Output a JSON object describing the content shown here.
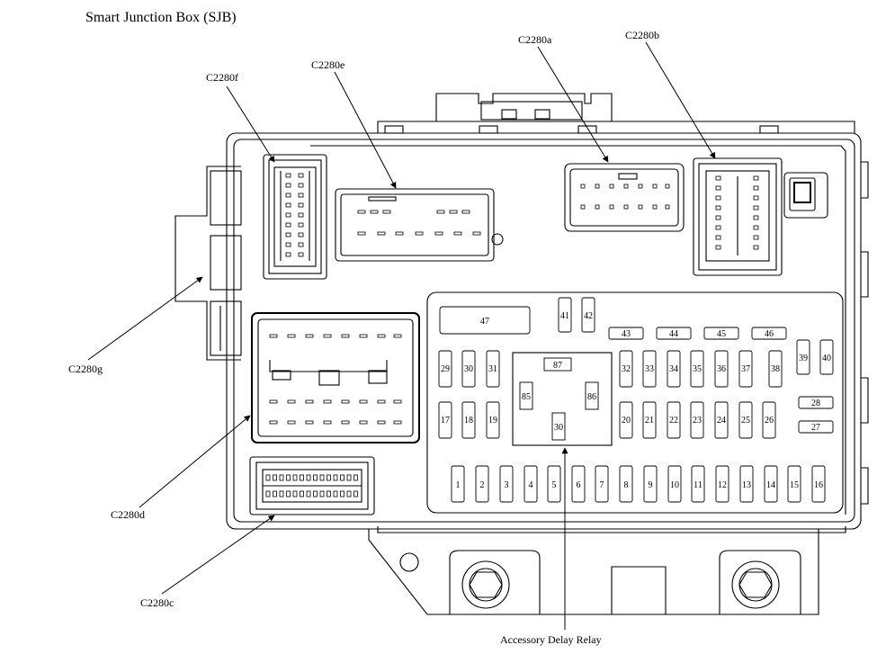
{
  "title": "Smart Junction Box (SJB)",
  "callouts": {
    "c2280a": "C2280a",
    "c2280b": "C2280b",
    "c2280c": "C2280c",
    "c2280d": "C2280d",
    "c2280e": "C2280e",
    "c2280f": "C2280f",
    "c2280g": "C2280g",
    "accessory_delay_relay": "Accessory Delay Relay"
  },
  "fuses": {
    "f1": "1",
    "f2": "2",
    "f3": "3",
    "f4": "4",
    "f5": "5",
    "f6": "6",
    "f7": "7",
    "f8": "8",
    "f9": "9",
    "f10": "10",
    "f11": "11",
    "f12": "12",
    "f13": "13",
    "f14": "14",
    "f15": "15",
    "f16": "16",
    "f17": "17",
    "f18": "18",
    "f19": "19",
    "f20": "20",
    "f21": "21",
    "f22": "22",
    "f23": "23",
    "f24": "24",
    "f25": "25",
    "f26": "26",
    "f27": "27",
    "f28": "28",
    "f29": "29",
    "f30": "30",
    "f31": "31",
    "f32": "32",
    "f33": "33",
    "f34": "34",
    "f35": "35",
    "f36": "36",
    "f37": "37",
    "f38": "38",
    "f39": "39",
    "f40": "40",
    "f41": "41",
    "f42": "42",
    "f43": "43",
    "f44": "44",
    "f45": "45",
    "f46": "46",
    "f47": "47"
  },
  "relay_pins": {
    "p85": "85",
    "p86": "86",
    "p87": "87",
    "p30": "30"
  }
}
